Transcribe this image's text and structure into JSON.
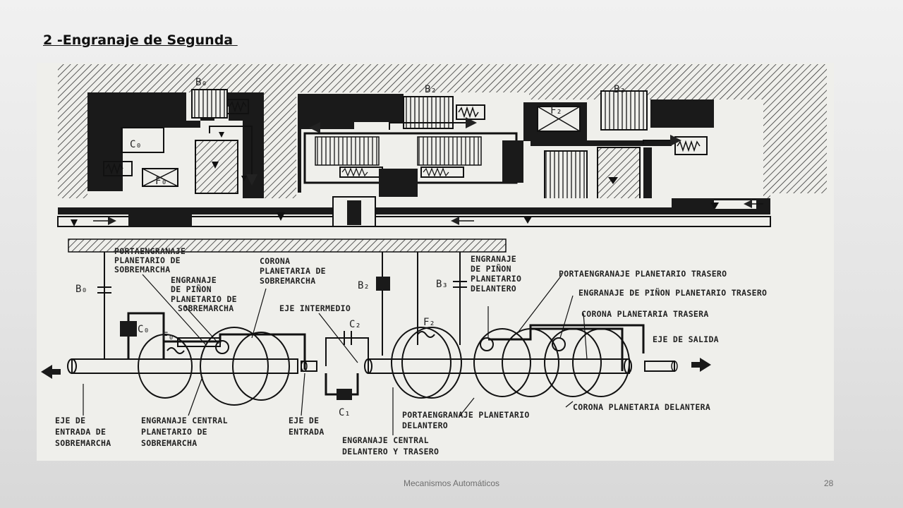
{
  "slide": {
    "title": "2 -Engranaje de Segunda ",
    "footer": "Mecanismos Automáticos",
    "page_number": "28"
  },
  "hydraulic": {
    "b0": "B₀",
    "c0": "C₀",
    "f0": "F₀",
    "b2": "B₂",
    "b3": "B₃",
    "f2": "F₂"
  },
  "schematic": {
    "b0": "B₀",
    "c0": "C₀",
    "f0": "F₀",
    "b2": "B₂",
    "b3": "B₃",
    "c2": "C₂",
    "c1": "C₁",
    "f2": "F₂",
    "portaengranaje_sobremarcha": [
      "PORTAENGRANAJE",
      "PLANETARIO DE",
      "SOBREMARCHA"
    ],
    "pinon_sobremarcha": [
      "ENGRANAJE",
      "DE PIÑON",
      "PLANETARIO DE",
      "SOBREMARCHA"
    ],
    "corona_sobremarcha": [
      "CORONA",
      "PLANETARIA DE",
      "SOBREMARCHA"
    ],
    "eje_intermedio": "EJE INTERMEDIO",
    "pinon_delantero": [
      "ENGRANAJE",
      "DE PIÑON",
      "PLANETARIO",
      "DELANTERO"
    ],
    "portaengranaje_trasero": "PORTAENGRANAJE PLANETARIO TRASERO",
    "pinon_trasero": "ENGRANAJE DE PIÑON PLANETARIO TRASERO",
    "corona_trasera": "CORONA PLANETARIA TRASERA",
    "eje_salida": "EJE DE SALIDA",
    "eje_entrada_sobremarcha": [
      "EJE DE",
      "ENTRADA DE",
      "SOBREMARCHA"
    ],
    "central_sobremarcha": [
      "ENGRANAJE CENTRAL",
      "PLANETARIO DE",
      "SOBREMARCHA"
    ],
    "eje_entrada": [
      "EJE DE",
      "ENTRADA"
    ],
    "portaengranaje_delantero": [
      "PORTAENGRANAJE PLANETARIO",
      "DELANTERO"
    ],
    "central_delantero_trasero": [
      "ENGRANAJE CENTRAL",
      "DELANTERO Y TRASERO"
    ],
    "corona_delantera": "CORONA PLANETARIA DELANTERA"
  }
}
